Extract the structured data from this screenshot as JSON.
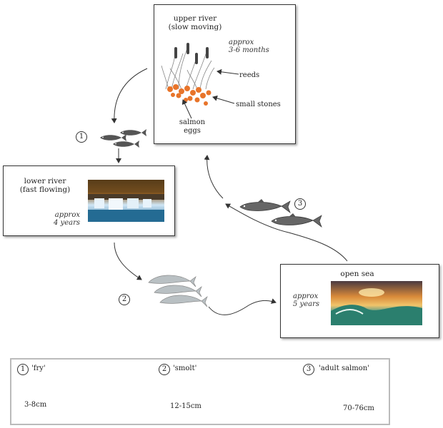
{
  "upper_river": {
    "title_line1": "upper river",
    "title_line2": "(slow moving)",
    "duration_line1": "approx",
    "duration_line2": "3-6 months",
    "reeds_label": "reeds",
    "stones_label": "small stones",
    "eggs_line1": "salmon",
    "eggs_line2": "eggs"
  },
  "lower_river": {
    "title_line1": "lower river",
    "title_line2": "(fast flowing)",
    "duration_line1": "approx",
    "duration_line2": "4 years"
  },
  "open_sea": {
    "title": "open sea",
    "duration_line1": "approx",
    "duration_line2": "5 years"
  },
  "stage_markers": {
    "one": "1",
    "two": "2",
    "three": "3"
  },
  "legend": {
    "fry_num": "1",
    "fry_label": "'fry'",
    "fry_size": "3-8cm",
    "smolt_num": "2",
    "smolt_label": "'smolt'",
    "smolt_size": "12-15cm",
    "adult_num": "3",
    "adult_label": "'adult salmon'",
    "adult_size": "70-76cm"
  }
}
